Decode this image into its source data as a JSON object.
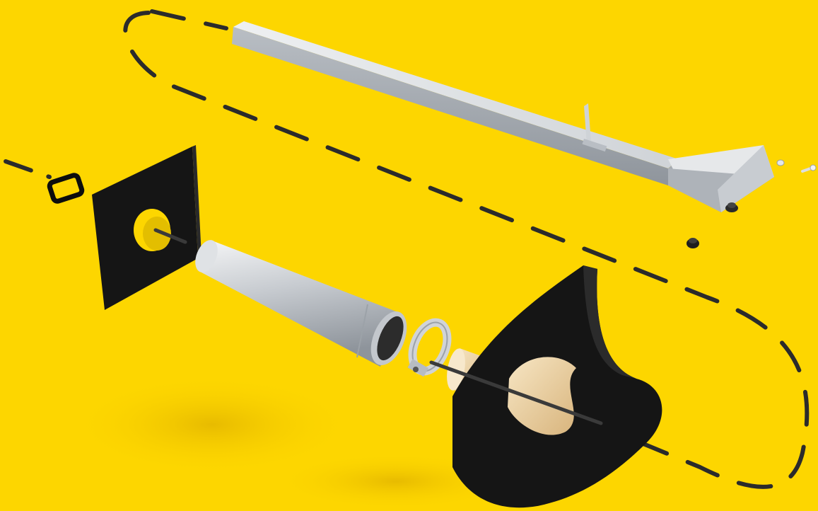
{
  "scene": {
    "description_visible_text": "",
    "background_color": "#fdd600",
    "parts": [
      {
        "name": "drain-spout-channel",
        "color": "#d9dce0"
      },
      {
        "name": "square-flashing-plate",
        "color": "#151515"
      },
      {
        "name": "steel-pipe",
        "color": "#c9cdd2"
      },
      {
        "name": "pipe-clamp",
        "color": "#d0d3d7"
      },
      {
        "name": "corner-flashing",
        "color": "#151515"
      },
      {
        "name": "insulation-plug",
        "color": "#f1d9ae"
      },
      {
        "name": "sealing-ring",
        "color": "#0d0d0d"
      },
      {
        "name": "rubber-grommet",
        "color": "#222222"
      }
    ],
    "dashed_guide_color": "#2b2b2b"
  }
}
